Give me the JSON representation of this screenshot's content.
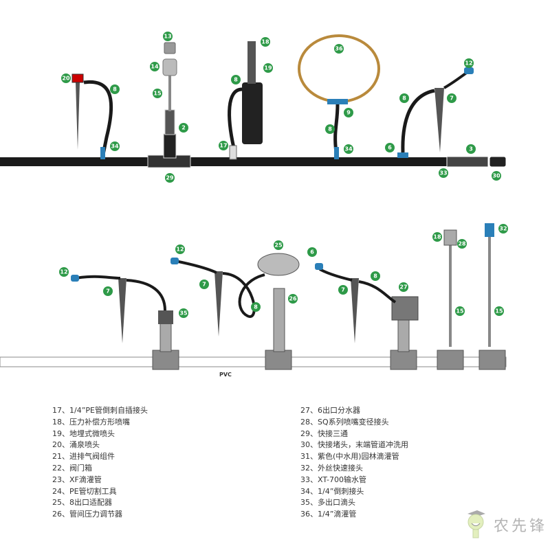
{
  "diagram": {
    "pvc_label": "PVC",
    "top_labels": [
      "13",
      "14",
      "15",
      "2",
      "29",
      "20",
      "8",
      "34",
      "18",
      "19",
      "8",
      "17",
      "36",
      "9",
      "8",
      "34",
      "12",
      "8",
      "7",
      "6",
      "3",
      "33",
      "30"
    ],
    "bottom_labels": [
      "12",
      "7",
      "35",
      "12",
      "7",
      "8",
      "25",
      "26",
      "6",
      "8",
      "7",
      "27",
      "18",
      "28",
      "15",
      "32",
      "15"
    ],
    "colors": {
      "pipe": "#1a1a1a",
      "label": "#2e9a48",
      "connector": "#2a7fb8",
      "drip_ring": "#b98a3c",
      "pvc": "#8a8a8a"
    }
  },
  "legend": {
    "left": [
      "17、1/4”PE管倒刺自插接头",
      "18、压力补偿方形喷嘴",
      "19、地埋式微喷头",
      "20、涌泉喷头",
      "21、进排气阀组件",
      "22、阀门箱",
      "23、XF滴灌管",
      "24、PE管切割工具",
      "25、8出口适配器",
      "26、管间压力调节器"
    ],
    "right": [
      "27、6出口分水器",
      "28、SQ系列喷嘴变径接头",
      "29、快接三通",
      "30、快接堵头，末端管道冲洗用",
      "31、紫色(中水用)园林滴灌管",
      "32、外丝快速接头",
      "33、XT-700输水管",
      "34、1/4”倒刺接头",
      "35、多出口滴头",
      "36、1/4”滴灌管"
    ]
  },
  "watermark": {
    "text": "农先锋"
  }
}
